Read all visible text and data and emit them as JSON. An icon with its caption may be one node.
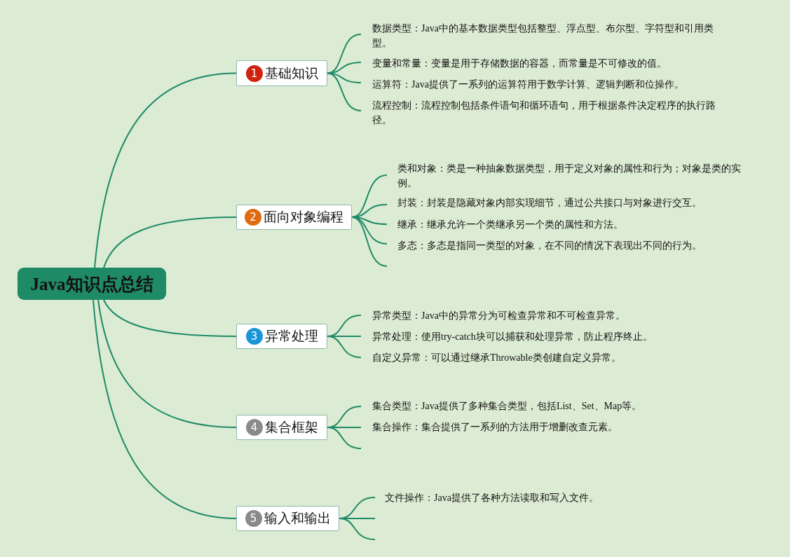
{
  "diagram": {
    "nodes": [
      {
        "text": [
          "Java知识点总结"
        ]
      },
      {
        "text": [
          "1",
          "基础知识"
        ]
      },
      {
        "text": [
          "数据类型：Java中的基本数据类型包括整型、浮点型、布尔型、字符型和引用类型。"
        ]
      },
      {
        "text": [
          "变量和常量：变量是用于存储数据的容器，而常量是不可修改的值。"
        ]
      },
      {
        "text": [
          "运算符：Java提供了一系列的运算符用于数学计算、逻辑判断和位操作。"
        ]
      },
      {
        "text": [
          "流程控制：流程控制包括条件语句和循环语句，用于根据条件决定程序的执行路径。"
        ]
      },
      {
        "text": [
          "2",
          "面向对象编程"
        ]
      },
      {
        "text": [
          "类和对象：类是一种抽象数据类型，用于定义对象的属性和行为；对象是类的实例。"
        ]
      },
      {
        "text": [
          "封装：封装是隐藏对象内部实现细节，通过公共接口与对象进行交互。"
        ]
      },
      {
        "text": [
          "继承：继承允许一个类继承另一个类的属性和方法。"
        ]
      },
      {
        "text": [
          "多态：多态是指同一类型的对象，在不同的情况下表现出不同的行为。"
        ]
      },
      {
        "text": [
          "3",
          "异常处理"
        ]
      },
      {
        "text": [
          "异常类型：Java中的异常分为可检查异常和不可检查异常。"
        ]
      },
      {
        "text": [
          "异常处理：使用try-catch块可以捕获和处理异常，防止程序终止。"
        ]
      },
      {
        "text": [
          "自定义异常：可以通过继承Throwable类创建自定义异常。"
        ]
      },
      {
        "text": [
          "4",
          "集合框架"
        ]
      },
      {
        "text": [
          "集合类型：Java提供了多种集合类型，包括List、Set、Map等。"
        ]
      },
      {
        "text": [
          "集合操作：集合提供了一系列的方法用于增删改查元素。"
        ]
      },
      {
        "text": [
          "5",
          "输入和输出"
        ]
      },
      {
        "text": [
          "文件操作：Java提供了各种方法读取和写入文件。"
        ]
      }
    ],
    "edges": [
      {
        "from": 0,
        "to": 1,
        "arrow": "none"
      },
      {
        "from": 0,
        "to": 6,
        "arrow": "none"
      },
      {
        "from": 0,
        "to": 11,
        "arrow": "none"
      },
      {
        "from": 0,
        "to": 15,
        "arrow": "none"
      },
      {
        "from": 0,
        "to": 18,
        "arrow": "none"
      },
      {
        "from": 1,
        "to": 2,
        "arrow": "none"
      },
      {
        "from": 1,
        "to": 3,
        "arrow": "none"
      },
      {
        "from": 1,
        "to": 4,
        "arrow": "none"
      },
      {
        "from": 1,
        "to": 5,
        "arrow": "none"
      },
      {
        "from": 6,
        "to": 7,
        "arrow": "none"
      },
      {
        "from": 6,
        "to": 8,
        "arrow": "none"
      },
      {
        "from": 6,
        "to": 9,
        "arrow": "none"
      },
      {
        "from": 6,
        "to": 10,
        "arrow": "none"
      },
      {
        "from": 6,
        "to": null,
        "arrow": "none"
      },
      {
        "from": 11,
        "to": 12,
        "arrow": "none"
      },
      {
        "from": 11,
        "to": 13,
        "arrow": "none"
      },
      {
        "from": 11,
        "to": 14,
        "arrow": "none"
      },
      {
        "from": 15,
        "to": 16,
        "arrow": "none"
      },
      {
        "from": 15,
        "to": 17,
        "arrow": "none"
      },
      {
        "from": 15,
        "to": null,
        "arrow": "none"
      },
      {
        "from": 18,
        "to": 19,
        "arrow": "none"
      },
      {
        "from": 18,
        "to": null,
        "arrow": "none"
      },
      {
        "from": 18,
        "to": null,
        "arrow": "none"
      }
    ]
  }
}
